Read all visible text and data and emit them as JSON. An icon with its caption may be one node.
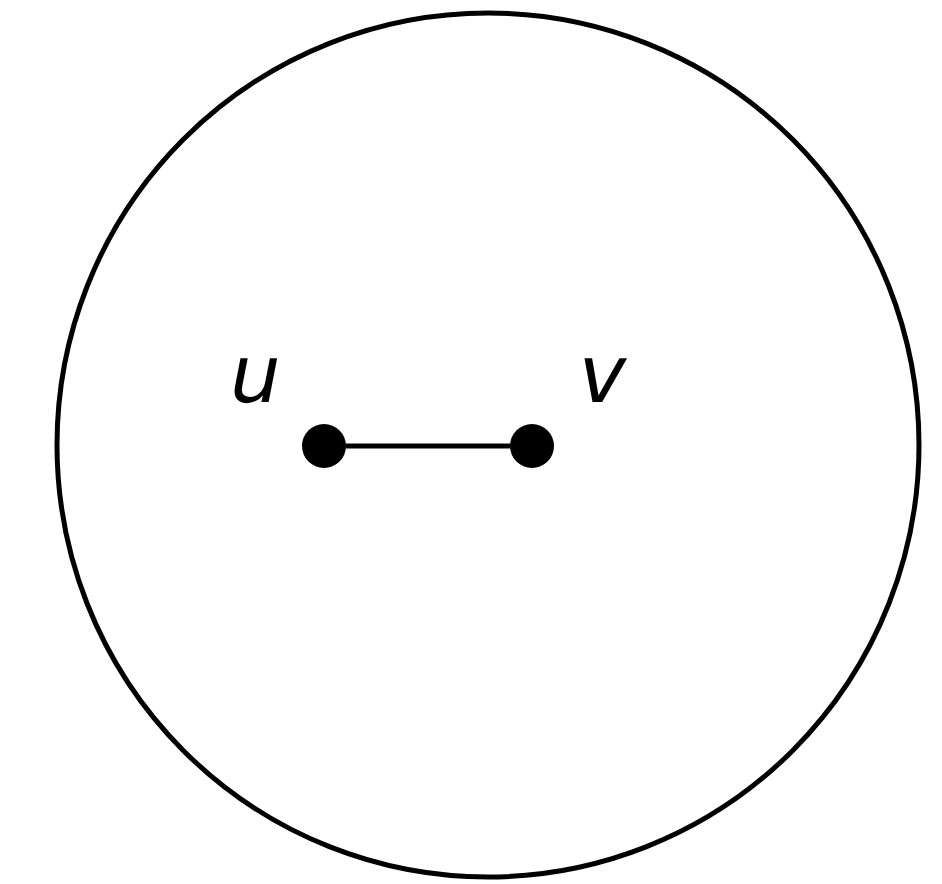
{
  "diagram": {
    "nodes": [
      {
        "text": [],
        "shape": "circle"
      },
      {
        "text": [
          "u"
        ],
        "in": 0
      },
      {
        "text": [
          "v"
        ],
        "in": 0
      }
    ],
    "edges": [
      {
        "from": 1,
        "to": 2,
        "arrow": "none"
      }
    ]
  }
}
